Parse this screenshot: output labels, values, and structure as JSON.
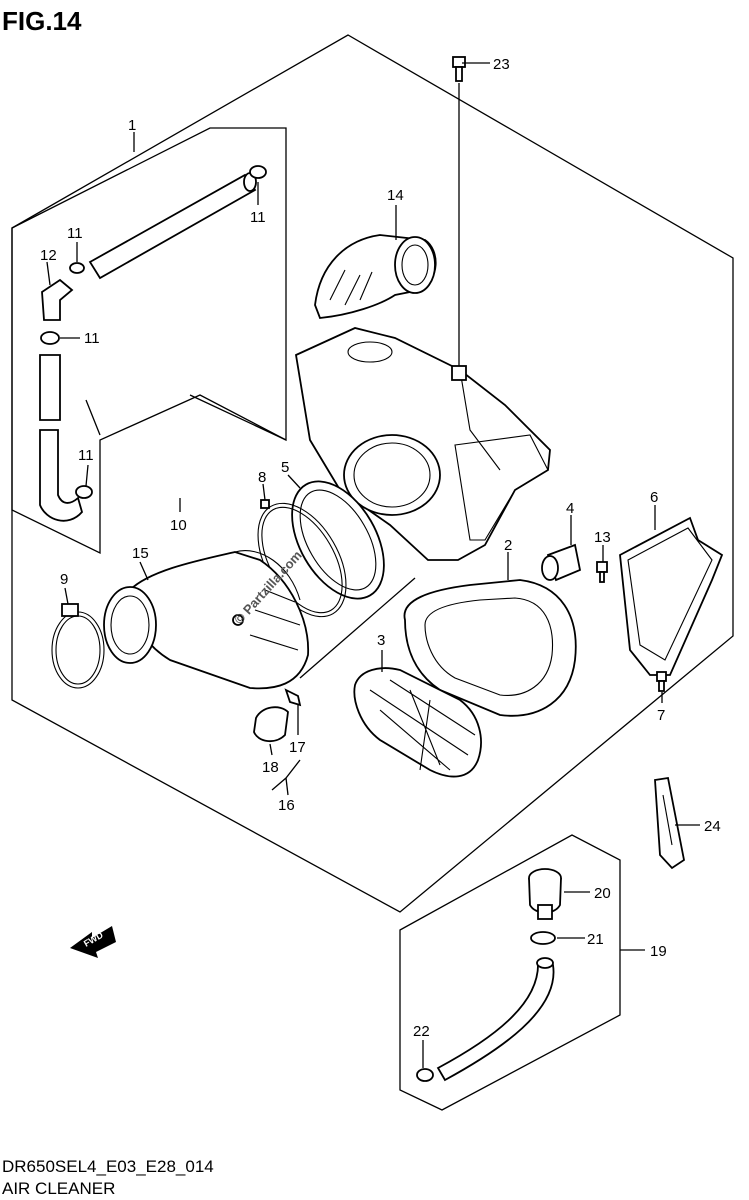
{
  "figure": {
    "title": "FIG.14",
    "model_code": "DR650SEL4_E03_E28_014",
    "section_name": "AIR CLEANER",
    "watermark": "© Partzilla.com",
    "fwd_label": "FWD"
  },
  "callouts": [
    {
      "id": "c1",
      "label": "1"
    },
    {
      "id": "c2",
      "label": "2"
    },
    {
      "id": "c3",
      "label": "3"
    },
    {
      "id": "c4",
      "label": "4"
    },
    {
      "id": "c5",
      "label": "5"
    },
    {
      "id": "c6",
      "label": "6"
    },
    {
      "id": "c7",
      "label": "7"
    },
    {
      "id": "c8",
      "label": "8"
    },
    {
      "id": "c9",
      "label": "9"
    },
    {
      "id": "c10",
      "label": "10"
    },
    {
      "id": "c11a",
      "label": "11"
    },
    {
      "id": "c11b",
      "label": "11"
    },
    {
      "id": "c11c",
      "label": "11"
    },
    {
      "id": "c11d",
      "label": "11"
    },
    {
      "id": "c12",
      "label": "12"
    },
    {
      "id": "c13",
      "label": "13"
    },
    {
      "id": "c14",
      "label": "14"
    },
    {
      "id": "c15",
      "label": "15"
    },
    {
      "id": "c16",
      "label": "16"
    },
    {
      "id": "c17",
      "label": "17"
    },
    {
      "id": "c18",
      "label": "18"
    },
    {
      "id": "c19",
      "label": "19"
    },
    {
      "id": "c20",
      "label": "20"
    },
    {
      "id": "c21",
      "label": "21"
    },
    {
      "id": "c22",
      "label": "22"
    },
    {
      "id": "c23",
      "label": "23"
    },
    {
      "id": "c24",
      "label": "24"
    }
  ]
}
